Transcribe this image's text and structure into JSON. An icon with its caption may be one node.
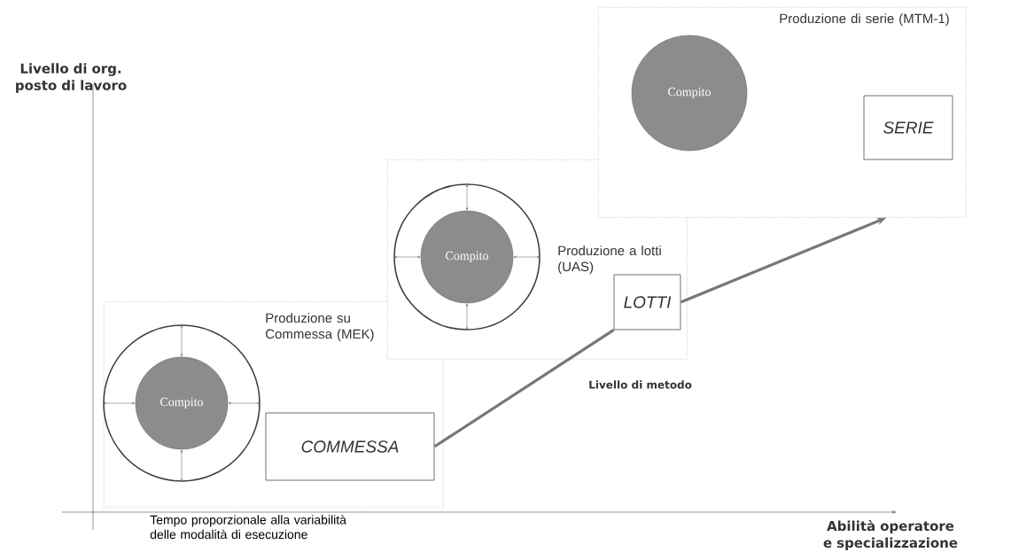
{
  "diagram": {
    "nodes": [
      {
        "text": [
          "Produzione su Commessa (MEK)"
        ]
      },
      {
        "text": [],
        "shape": "circle",
        "in": 0
      },
      {
        "text": [
          "Compito"
        ],
        "in": 1
      },
      {
        "text": [
          "COMMESSA"
        ],
        "in": 0
      },
      {
        "text": [
          "Produzione a lotti (UAS)"
        ]
      },
      {
        "text": [],
        "shape": "circle",
        "in": 4
      },
      {
        "text": [
          "Compito"
        ],
        "in": 5
      },
      {
        "text": [
          "LOTTI"
        ],
        "in": 4
      },
      {
        "text": [
          "Produzione di serie (MTM-1)"
        ]
      },
      {
        "text": [
          "Compito"
        ],
        "in": 8
      },
      {
        "text": [
          "SERIE"
        ],
        "in": 8
      }
    ],
    "edges": [
      {
        "from": 3,
        "to": 7,
        "arrow": "none",
        "label": "Livello di metodo",
        "style": "thick"
      },
      {
        "from": 7,
        "to": 8,
        "arrow": "to",
        "style": "thick"
      },
      {
        "from": 1,
        "to": 2,
        "arrow": "both"
      },
      {
        "from": 1,
        "to": 2,
        "arrow": "both"
      },
      {
        "from": 1,
        "to": 2,
        "arrow": "both"
      },
      {
        "from": 1,
        "to": 2,
        "arrow": "both"
      },
      {
        "from": 5,
        "to": 6,
        "arrow": "both"
      },
      {
        "from": 5,
        "to": 6,
        "arrow": "both"
      },
      {
        "from": 5,
        "to": 6,
        "arrow": "both"
      },
      {
        "from": 5,
        "to": 6,
        "arrow": "both"
      }
    ],
    "labels": [
      "Livello di org. posto di lavoro",
      "Tempo proporzionale alla variabilità delle modalità di esecuzione",
      "Abilità operatore e specializzazione"
    ]
  }
}
